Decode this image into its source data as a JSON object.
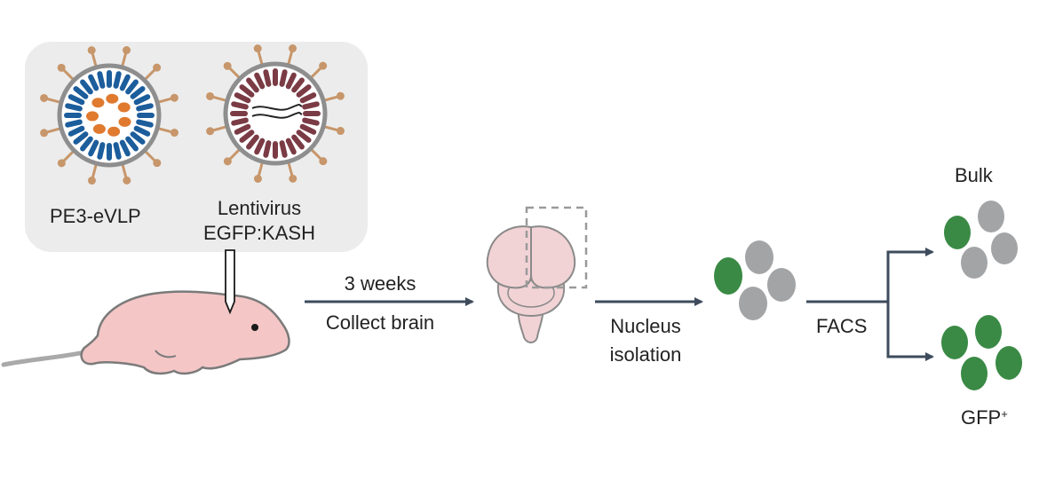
{
  "virus_panel": {
    "particle_1_label": "PE3-eVLP",
    "particle_2_label_line1": "Lentivirus",
    "particle_2_label_line2": "EGFP:KASH"
  },
  "step_1": {
    "line1": "3 weeks",
    "line2": "Collect brain"
  },
  "step_2": {
    "line1": "Nucleus",
    "line2": "isolation"
  },
  "step_3": {
    "label": "FACS"
  },
  "outputs": {
    "bulk_label": "Bulk",
    "gfp_label": "GFP",
    "gfp_superscript": "+"
  },
  "colors": {
    "panel_bg": "#ececec",
    "arrow": "#3d4b5c",
    "gfp_nucleus": "#3a8a45",
    "plain_nucleus": "#a3a4a6",
    "mouse_skin": "#f4c6c6",
    "brain": "#f2d3d5",
    "evlp_protein": "#1c5d9c",
    "evlp_cargo": "#e07a2f",
    "lentivirus_protein": "#7b3b45",
    "spike": "#c7966a"
  }
}
